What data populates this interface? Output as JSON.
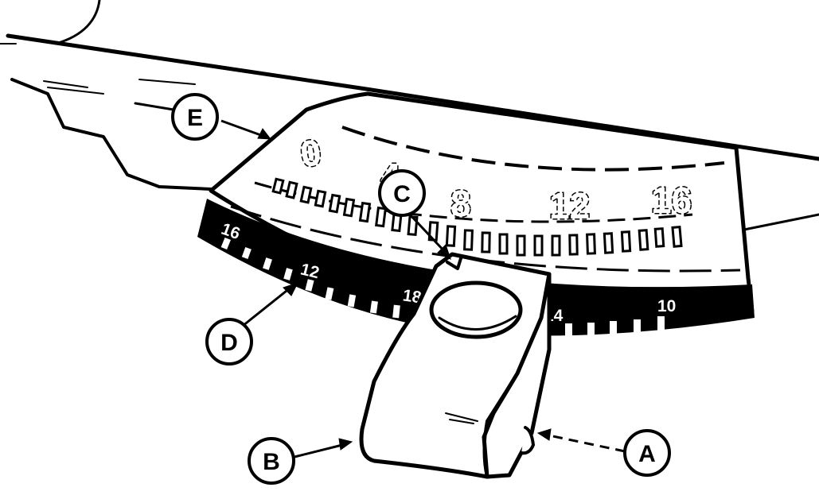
{
  "callouts": [
    {
      "id": "A",
      "label": "A"
    },
    {
      "id": "B",
      "label": "B"
    },
    {
      "id": "C",
      "label": "C"
    },
    {
      "id": "D",
      "label": "D"
    },
    {
      "id": "E",
      "label": "E"
    }
  ],
  "upper_scale": {
    "numbers": [
      "0",
      "4",
      "8",
      "12",
      "16"
    ]
  },
  "lower_scale": {
    "numbers": [
      "16",
      "12",
      "18",
      "14",
      "10"
    ]
  },
  "colors": {
    "ink": "#000000",
    "paper": "#ffffff"
  }
}
